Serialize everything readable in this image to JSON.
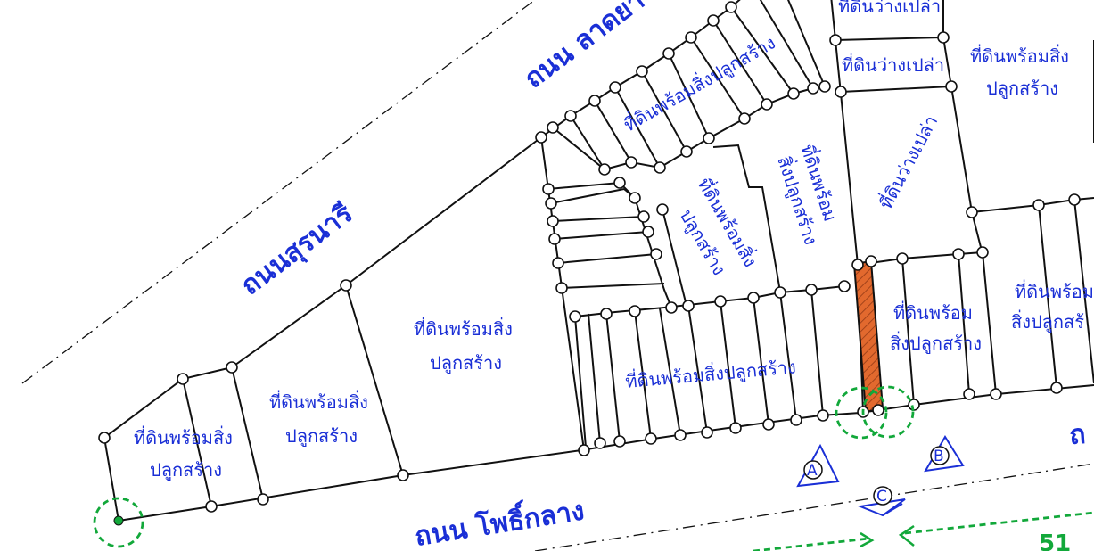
{
  "roads": {
    "lat_ya": "ถนน ลาดยา",
    "suranari": "ถนนสุรนารี",
    "pho_klang": "ถนน โพธิ์กลาง",
    "right_edge": "ถ"
  },
  "parcels": {
    "vacant_top": "ที่ดินว่างเปล่า",
    "vacant_mid": "ที่ดินว่างเปล่า",
    "ready_top_right_1": "ที่ดินพร้อมสิ่ง",
    "ready_top_right_2": "ปลูกสร้าง",
    "ready_top_row": "ที่ดินพร้อมสิ่งปลูกสร้าง",
    "vacant_diag": "ที่ดินว่างเปล่า",
    "ready_slant_a_1": "ที่ดินพร้อม",
    "ready_slant_a_2": "สิ่งปลูกสร้าง",
    "ready_slant_b_1": "ที่ดินพร้อมสิ่ง",
    "ready_slant_b_2": "ปลูกสร้าง",
    "ready_center_1": "ที่ดินพร้อมสิ่ง",
    "ready_center_2": "ปลูกสร้าง",
    "ready_row": "ที่ดินพร้อมสิ่งปลูกสร้าง",
    "ready_subject_1": "ที่ดินพร้อม",
    "ready_subject_2": "สิ่งปลูกสร้าง",
    "ready_far_right_1": "ที่ดินพร้อม",
    "ready_far_right_2": "สิ่งปลูกสร้",
    "ready_left_mid_1": "ที่ดินพร้อมสิ่ง",
    "ready_left_mid_2": "ปลูกสร้าง",
    "ready_left_1": "ที่ดินพร้อมสิ่ง",
    "ready_left_2": "ปลูกสร้าง"
  },
  "markers": {
    "a": "A",
    "b": "B",
    "c": "C"
  },
  "distance_label": "51",
  "colors": {
    "label": "#1a2fd6",
    "subject": "#e2692e",
    "green": "#12a83a"
  }
}
